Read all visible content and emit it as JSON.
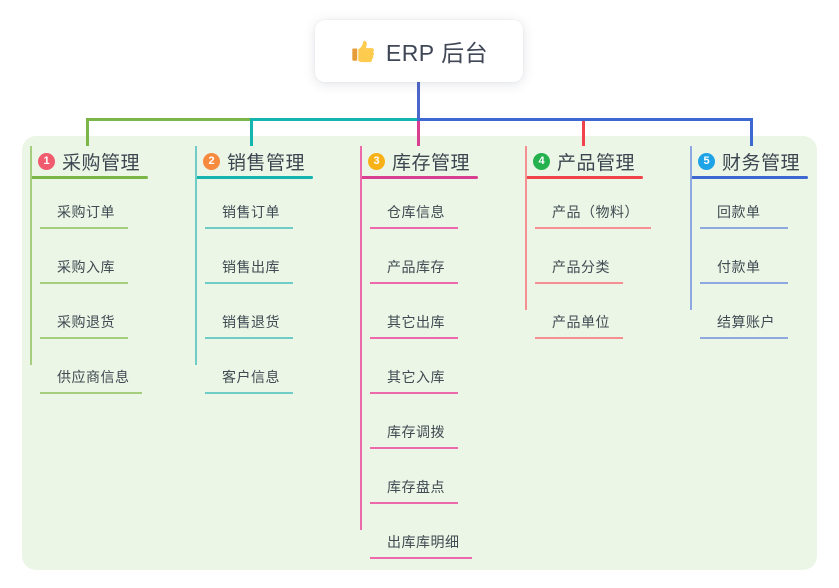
{
  "root": {
    "label": "ERP 后台",
    "icon": "thumbs-up-icon"
  },
  "connector": {
    "root_color": "#4d66cb"
  },
  "branches": [
    {
      "index": "1",
      "label": "采购管理",
      "badge_color": "#f05c6e",
      "line_color": "#7ab648",
      "light_color": "#a5cf7e",
      "children": [
        "采购订单",
        "采购入库",
        "采购退货",
        "供应商信息"
      ]
    },
    {
      "index": "2",
      "label": "销售管理",
      "badge_color": "#f68a3e",
      "line_color": "#14b5ae",
      "light_color": "#6fccc7",
      "children": [
        "销售订单",
        "销售出库",
        "销售退货",
        "客户信息"
      ]
    },
    {
      "index": "3",
      "label": "库存管理",
      "badge_color": "#f8b218",
      "line_color": "#d83f90",
      "light_color": "#ec6aac",
      "children": [
        "仓库信息",
        "产品库存",
        "其它出库",
        "其它入库",
        "库存调拨",
        "库存盘点",
        "出库库明细"
      ]
    },
    {
      "index": "4",
      "label": "产品管理",
      "badge_color": "#25b24e",
      "line_color": "#f0434b",
      "light_color": "#f58f92",
      "children": [
        "产品（物料）",
        "产品分类",
        "产品单位"
      ]
    },
    {
      "index": "5",
      "label": "财务管理",
      "badge_color": "#1ea4e6",
      "line_color": "#3d68d2",
      "light_color": "#8ea8e0",
      "children": [
        "回款单",
        "付款单",
        "结算账户"
      ]
    }
  ]
}
